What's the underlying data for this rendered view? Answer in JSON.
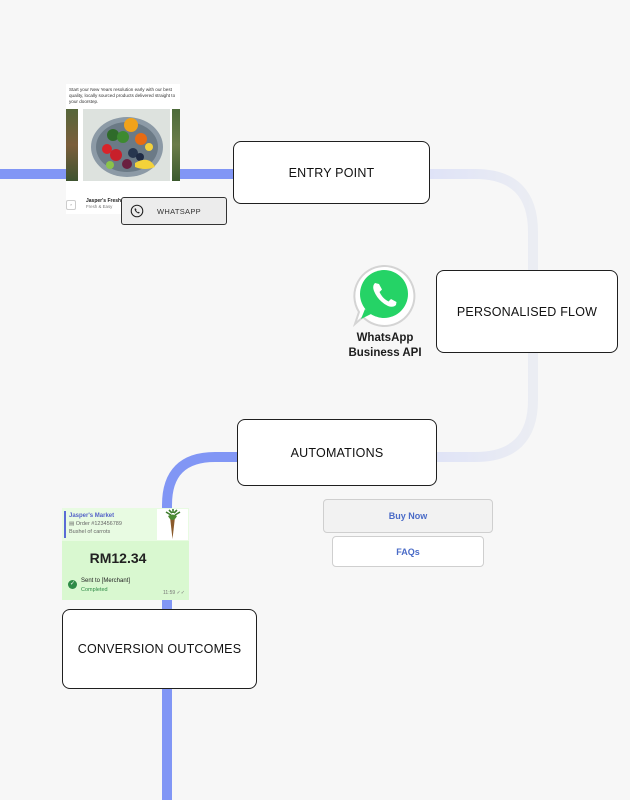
{
  "stages": {
    "entry_point": "ENTRY POINT",
    "personalised_flow": "PERSONALISED FLOW",
    "automations": "AUTOMATIONS",
    "conversion_outcomes": "CONVERSION OUTCOMES"
  },
  "ad": {
    "text": "Start your New Years resolution early with our best quality, locally sourced products delivered straight to your doorstep.",
    "brand": "Jasper's Fresh",
    "tagline": "Fresh & Easy",
    "chip": "›",
    "cta_label": "WHATSAPP"
  },
  "whatsapp": {
    "caption_line1": "WhatsApp",
    "caption_line2": "Business API"
  },
  "quick_replies": {
    "buy_now": "Buy Now",
    "faqs": "FAQs"
  },
  "payment": {
    "merchant": "Jasper's Market",
    "order": "▤ Order #123456789",
    "item": "Bushel of carrots",
    "amount": "RM12.34",
    "status": "Sent to [Merchant]",
    "state": "Completed",
    "time": "11:59 ✓✓"
  },
  "colors": {
    "flow_active": "#8196f5",
    "flow_faded": "#e3e6f5",
    "whatsapp_green": "#25d366",
    "payment_bg": "#d9f8d0"
  }
}
